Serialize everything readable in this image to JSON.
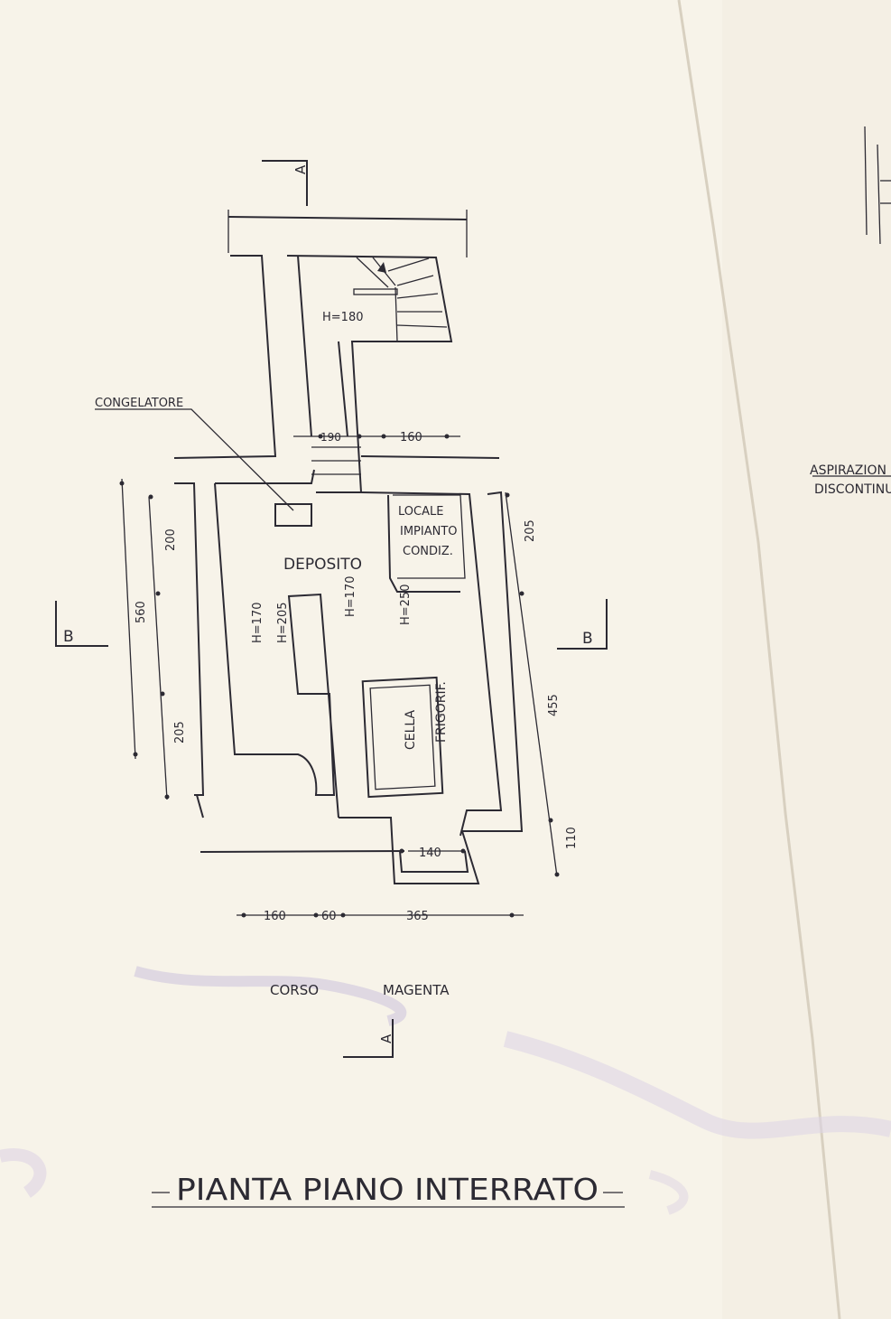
{
  "drawing": {
    "title": "PIANTA PIANO INTERRATO",
    "street": {
      "word1": "CORSO",
      "word2": "MAGENTA"
    },
    "rooms": {
      "deposito": "DEPOSITO",
      "locale_line1": "LOCALE",
      "locale_line2": "IMPIANTO",
      "locale_line3": "CONDIZ.",
      "cella_line1": "CELLA",
      "cella_line2": "FRIGORIF."
    },
    "callouts": {
      "congelatore": "CONGELATORE"
    },
    "heights": {
      "stair": "H=180",
      "left_a": "H=170",
      "left_b": "H=205",
      "mid": "H=170",
      "right": "H=250"
    },
    "dimensions": {
      "d190": "190",
      "d160_top": "160",
      "d200": "200",
      "d560": "560",
      "d205_left": "205",
      "d205_right": "205",
      "d455": "455",
      "d110": "110",
      "d140": "140",
      "d160_bottom": "160",
      "d60": "60",
      "d365": "365"
    },
    "section_marks": {
      "a_top": "A",
      "a_bottom": "A",
      "b_left": "B",
      "b_right": "B"
    },
    "right_page": {
      "line1": "ASPIRAZION",
      "line2": "DISCONTINU"
    }
  }
}
